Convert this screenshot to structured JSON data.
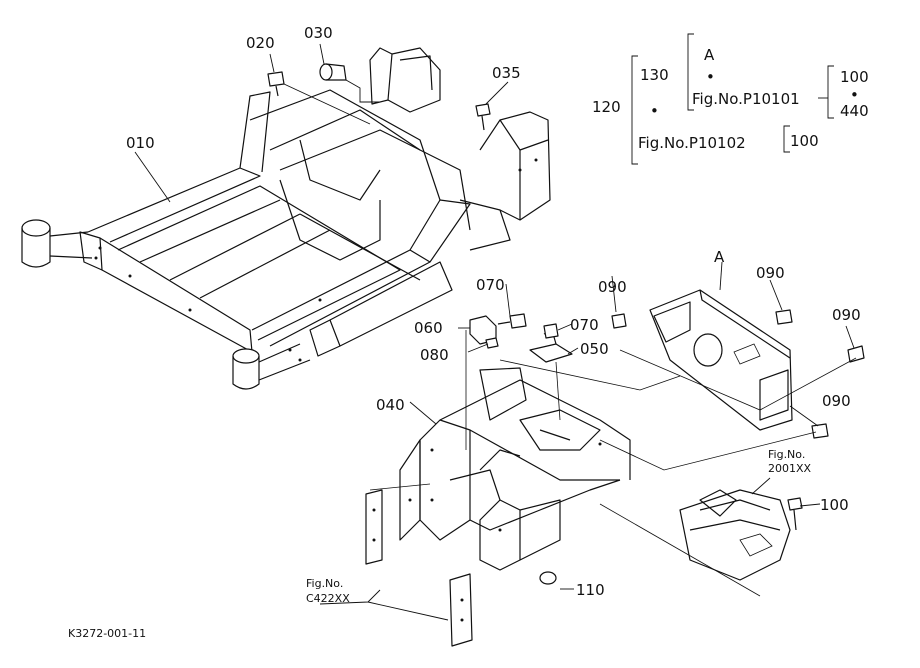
{
  "drawing_id": "K3272-001-11",
  "callouts": {
    "c010": "010",
    "c020": "020",
    "c030": "030",
    "c035": "035",
    "c040": "040",
    "c050": "050",
    "c060": "060",
    "c070a": "070",
    "c070b": "070",
    "c080": "080",
    "c090a": "090",
    "c090b": "090",
    "c090c": "090",
    "c090d": "090",
    "c100": "100",
    "c110": "110",
    "ref_a": "A"
  },
  "refs": {
    "fig_2001": [
      "Fig.No.",
      "2001XX"
    ],
    "fig_c422": [
      "Fig.No.",
      "C422XX"
    ]
  },
  "legend": {
    "k120": "120",
    "k130": "130",
    "dot1": "•",
    "fig_p10102": "Fig.No.P10102",
    "k100_low": "100",
    "ref_a": "A",
    "dot2": "•",
    "fig_p10101": "Fig.No.P10101",
    "k100_top": "100",
    "dot3": "•",
    "k440": "440"
  }
}
